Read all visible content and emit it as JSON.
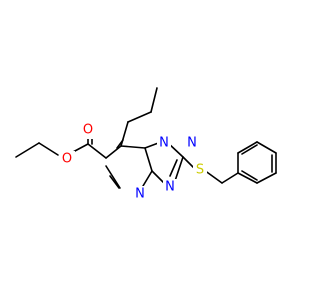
{
  "molecule": {
    "atoms": {
      "o_carbonyl": {
        "symbol": "O"
      },
      "o_ester": {
        "symbol": "O"
      },
      "n1": {
        "symbol": "N"
      },
      "n2": {
        "symbol": "N"
      },
      "n3": {
        "symbol": "N"
      },
      "n_pyrimidine": {
        "symbol": "N"
      },
      "s_thioether": {
        "symbol": "S"
      }
    },
    "colors": {
      "bond": "#000000",
      "oxygen": "#ff0000",
      "nitrogen": "#0000ff",
      "sulfur": "#cccc00"
    }
  }
}
